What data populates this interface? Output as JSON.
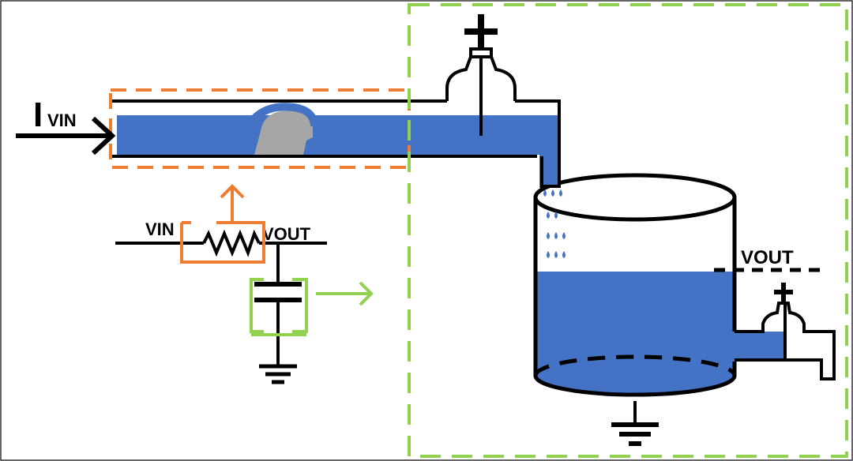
{
  "labels": {
    "current_main": "I",
    "current_sub": "VIN",
    "circuit_vin": "VIN",
    "circuit_vout": "VOUT",
    "tank_vout": "VOUT"
  },
  "colors": {
    "water": "#4472c4",
    "resistor_highlight": "#ed7d31",
    "capacitor_highlight": "#92d050",
    "obstruction": "#a6a6a6",
    "line": "#000000",
    "frame": "#333333"
  }
}
